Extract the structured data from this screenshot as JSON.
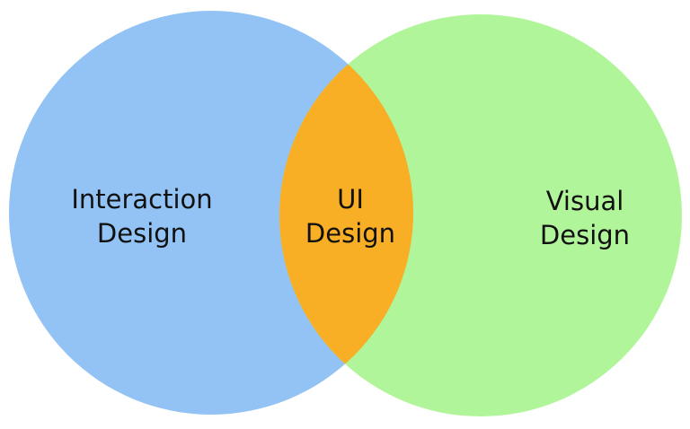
{
  "diagram": {
    "left_set": {
      "line1": "Interaction",
      "line2": "Design",
      "color": "#92C3F4"
    },
    "right_set": {
      "line1": "Visual",
      "line2": "Design",
      "color": "#B1F59A"
    },
    "intersection": {
      "line1": "UI",
      "line2": "Design",
      "color": "#F8AE25"
    },
    "text_color": "#111111"
  }
}
